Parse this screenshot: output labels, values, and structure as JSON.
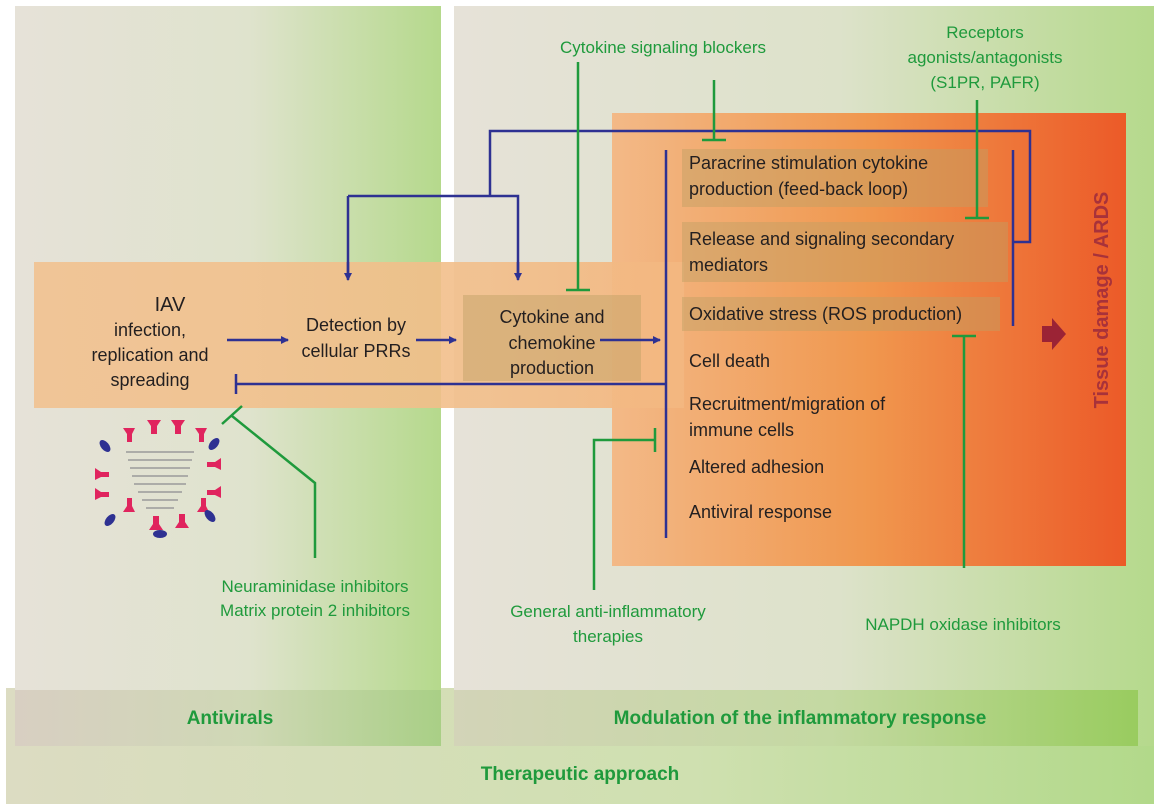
{
  "flow": {
    "iav_title": "IAV",
    "iav_line1": "infection,",
    "iav_line2": "replication and",
    "iav_line3": "spreading",
    "detection_line1": "Detection by",
    "detection_line2": "cellular PRRs",
    "cytokine_line1": "Cytokine and",
    "cytokine_line2": "chemokine",
    "cytokine_line3": "production"
  },
  "effects": {
    "paracrine_line1": "Paracrine stimulation cytokine",
    "paracrine_line2": "production (feed-back loop)",
    "release_line1": "Release and signaling secondary",
    "release_line2": "mediators",
    "oxidative": "Oxidative stress (ROS production)",
    "cell_death": "Cell death",
    "recruitment_line1": "Recruitment/migration of",
    "recruitment_line2": "immune cells",
    "altered_adhesion": "Altered adhesion",
    "antiviral_response": "Antiviral response"
  },
  "outcome": "Tissue damage / ARDS",
  "therapies": {
    "cytokine_blockers": "Cytokine signaling blockers",
    "receptors_line1": "Receptors",
    "receptors_line2": "agonists/antagonists",
    "receptors_line3": "(S1PR, PAFR)",
    "neuraminidase": "Neuraminidase inhibitors",
    "matrix": "Matrix protein 2 inhibitors",
    "general_line1": "General anti-inflammatory",
    "general_line2": "therapies",
    "napdh": "NAPDH oxidase inhibitors"
  },
  "categories": {
    "antivirals": "Antivirals",
    "modulation": "Modulation of the inflammatory response",
    "approach": "Therapeutic approach"
  },
  "colors": {
    "arrow_blue": "#2e3192",
    "inhibitor_green": "#1f9a3c",
    "virus_red": "#e0245e",
    "virus_blue": "#2e3192",
    "outcome_arrow": "#9b2335"
  }
}
